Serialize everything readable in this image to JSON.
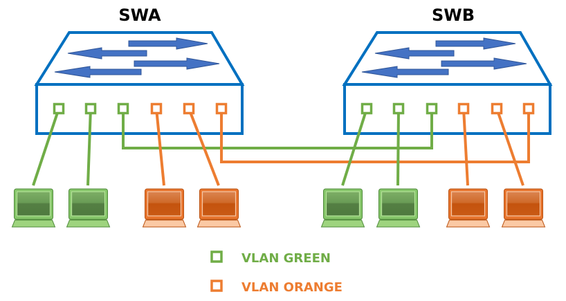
{
  "colors": {
    "switch_outline": "#0070C0",
    "arrow_fill": "#4472C4",
    "arrow_stroke": "#2F5597",
    "green": "#70AD47",
    "orange": "#ED7D31",
    "green_laptop_screen": "#5A8A48",
    "green_laptop_body": "#86C66A",
    "green_laptop_base": "#9ED47E",
    "orange_laptop_screen": "#C8540F",
    "orange_laptop_body": "#E8752E",
    "orange_laptop_base": "#FBC9A4"
  },
  "switches": [
    {
      "id": "swa",
      "label": "SWA",
      "ports": [
        "green",
        "green",
        "green",
        "orange",
        "orange",
        "orange"
      ],
      "laptops": [
        {
          "vlan": "green",
          "port": 0
        },
        {
          "vlan": "green",
          "port": 1
        },
        {
          "vlan": "orange",
          "port": 3
        },
        {
          "vlan": "orange",
          "port": 4
        }
      ]
    },
    {
      "id": "swb",
      "label": "SWB",
      "ports": [
        "green",
        "green",
        "green",
        "orange",
        "orange",
        "orange"
      ],
      "laptops": [
        {
          "vlan": "green",
          "port": 0
        },
        {
          "vlan": "green",
          "port": 1
        },
        {
          "vlan": "orange",
          "port": 3
        },
        {
          "vlan": "orange",
          "port": 4
        }
      ]
    }
  ],
  "trunks": [
    {
      "vlan": "green",
      "from": {
        "switch": "swa",
        "port": 2
      },
      "to": {
        "switch": "swb",
        "port": 2
      }
    },
    {
      "vlan": "orange",
      "from": {
        "switch": "swa",
        "port": 5
      },
      "to": {
        "switch": "swb",
        "port": 5
      }
    }
  ],
  "legend": [
    {
      "vlan": "green",
      "label": "VLAN GREEN"
    },
    {
      "vlan": "orange",
      "label": "VLAN ORANGE"
    }
  ]
}
